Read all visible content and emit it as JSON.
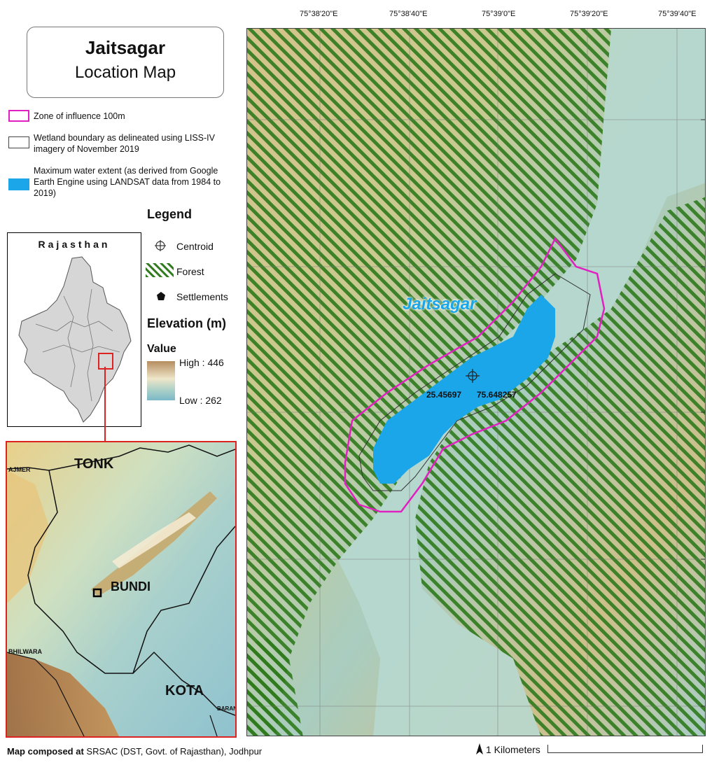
{
  "title": {
    "main": "Jaitsagar",
    "sub": "Location Map"
  },
  "legend_top": {
    "zone": "Zone of influence 100m",
    "wetland_1": "Wetland boundary as delineated using LISS-IV",
    "wetland_2": "imagery of November 2019",
    "water_1": "Maximum water extent (as derived from Google",
    "water_2": "Earth Engine using LANDSAT data from 1984 to",
    "water_3": "2019)"
  },
  "legend": {
    "title": "Legend",
    "centroid": "Centroid",
    "forest": "Forest",
    "settlements": "Settlements",
    "elevation_title": "Elevation (m)",
    "value_label": "Value",
    "high": "High : 446",
    "low": "Low : 262"
  },
  "inset_state": {
    "title": "Rajasthan"
  },
  "inset_district": {
    "labels": {
      "tonk": "TONK",
      "ajmer": "AJMER",
      "bundi": "BUNDI",
      "bhilwara": "BHILWARA",
      "kota": "KOTA",
      "baran": "BARAN"
    }
  },
  "map": {
    "lake_label": "Jaitsagar",
    "centroid_lat": "25.45697",
    "centroid_lon": "75.648257",
    "coords_top": [
      "75°38'20\"E",
      "75°38'40\"E",
      "75°39'0\"E",
      "75°39'20\"E",
      "75°39'40\"E"
    ]
  },
  "footer": {
    "composed_label": "Map composed at",
    "composed_value": "SRSAC (DST, Govt. of Rajasthan), Jodhpur",
    "scale_label": "1 Kilometers"
  },
  "colors": {
    "zone": "#e020c0",
    "water": "#1aa6e8",
    "forest": "#2f7a1d",
    "inset_border": "#d22222"
  }
}
